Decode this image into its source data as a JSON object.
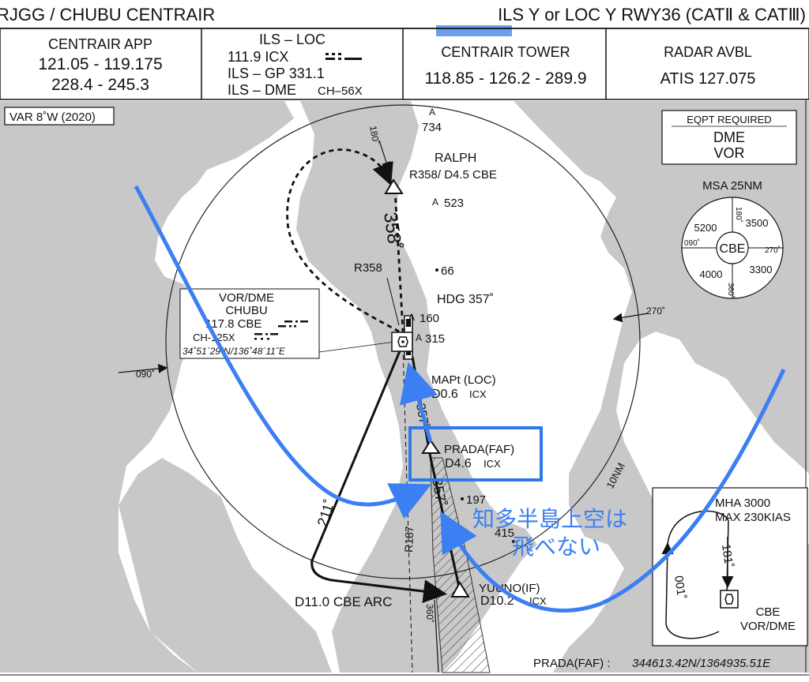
{
  "header": {
    "airport": "RJGG / CHUBU CENTRAIR",
    "procedure": "ILS Y or LOC Y RWY36 (CATⅡ & CATⅢ)"
  },
  "info_boxes": {
    "app": {
      "title": "CENTRAIR APP",
      "freq1": "121.05 - 119.175",
      "freq2": "228.4 - 245.3"
    },
    "ils": {
      "loc": "ILS – LOC",
      "loc_freq": "111.9  ICX",
      "gp": "ILS – GP   331.1",
      "dme_label": "ILS – DME",
      "dme_ch": "CH–56X"
    },
    "tower": {
      "title": "CENTRAIR  TOWER",
      "freq": "118.85 - 126.2 - 289.9"
    },
    "radar": {
      "title": "RADAR  AVBL",
      "atis": "ATIS  127.075"
    }
  },
  "variation": "VAR 8˚W (2020)",
  "equipment": {
    "title": "EQPT REQUIRED",
    "item1": "DME",
    "item2": "VOR"
  },
  "msa": {
    "title": "MSA 25NM",
    "center": "CBE",
    "sectors": [
      "5200",
      "3500",
      "4000",
      "3300"
    ],
    "radials": [
      "180˚",
      "090˚",
      "270˚",
      "360˚"
    ]
  },
  "navaid": {
    "title": "VOR/DME",
    "name": "CHUBU",
    "freq": "117.8  CBE",
    "channel": "CH-125X",
    "coords": "34˚51´29˝N/136˚48´11˝E"
  },
  "fixes": {
    "ralph_name": "RALPH",
    "ralph_def": "R358/ D4.5 CBE",
    "prada_name": "PRADA(FAF)",
    "prada_dist": "D4.6",
    "prada_ident": "ICX",
    "yuuno_name": "YUUNO(IF)",
    "yuuno_dist": "D10.2",
    "yuuno_ident": "ICX",
    "mapt_name": "MAPt (LOC)",
    "mapt_dist": "D0.6",
    "mapt_ident": "ICX"
  },
  "labels": {
    "heading": "HDG 357˚",
    "r358": "R358",
    "course_358": "358˚",
    "course_357": "357˚",
    "course_211": "211˚",
    "course_357b": "357˚",
    "arc": "D11.0 CBE ARC",
    "r187": "R187",
    "radial_180": "180˚",
    "radial_090": "090˚",
    "radial_270": "270˚",
    "radial_360": "360˚",
    "ring": "10NM"
  },
  "spot_elevations": [
    "734",
    "523",
    "66",
    "160",
    "315",
    "197",
    "415"
  ],
  "holding": {
    "mha": "MHA 3000",
    "speed": "MAX 230KIAS",
    "inbound": "181˚",
    "outbound": "001˚",
    "fix_name": "CBE",
    "fix_type": "VOR/DME"
  },
  "footer": {
    "label": "PRADA(FAF) :",
    "coords": "344613.42N/1364935.51E"
  },
  "annotation": {
    "line1": "知多半島上空は",
    "line2": "飛べない"
  },
  "colors": {
    "land": "#c8c8c8",
    "annotation_blue": "#3b7ff2",
    "highlight_blue": "#2f78e8",
    "ink": "#111111"
  }
}
